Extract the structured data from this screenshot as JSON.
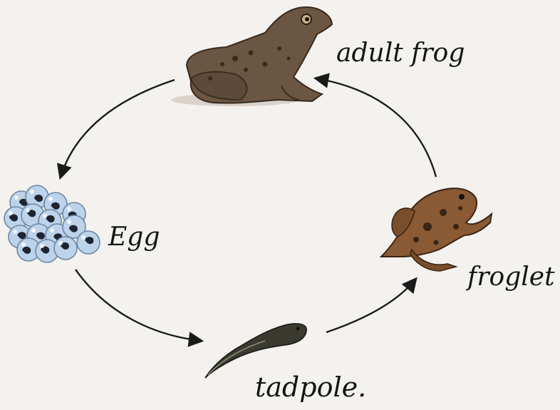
{
  "diagram": {
    "stages": {
      "adult_frog": "adult frog",
      "egg": "Egg",
      "tadpole": "tadpole.",
      "froglet": "froglet"
    },
    "colors": {
      "background": "#f4f2ef",
      "arrow": "#1a1a1a",
      "text": "#141414",
      "frog_body": "#6b5643",
      "frog_spots": "#3a2a1e",
      "froglet_body": "#8a5a34",
      "egg_shell": "#bcd3ea",
      "egg_core": "#1e2430",
      "tadpole_body": "#3a3a30"
    },
    "icons": [
      "adult-frog-icon",
      "egg-cluster-icon",
      "tadpole-icon",
      "froglet-icon"
    ]
  }
}
